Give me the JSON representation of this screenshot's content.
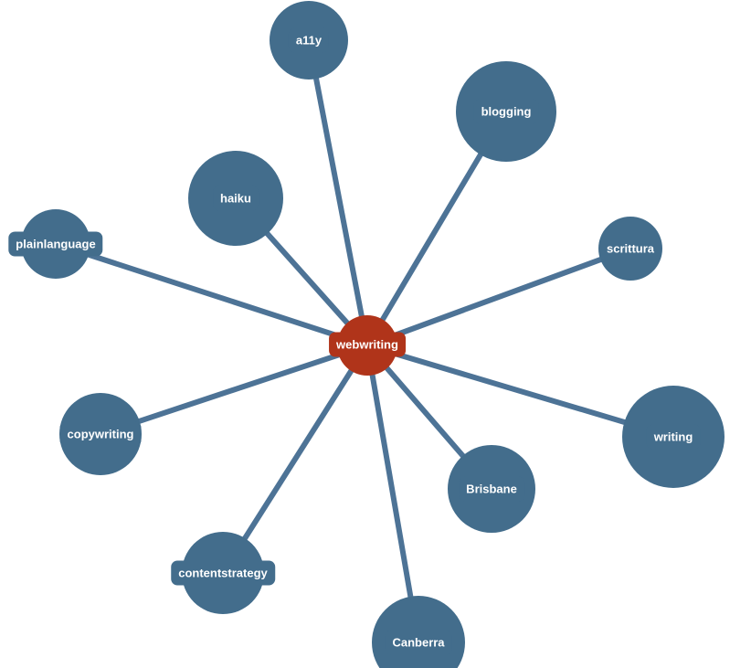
{
  "graph": {
    "type": "radial-tag-network",
    "center": {
      "label": "webwriting"
    },
    "nodes": [
      {
        "label": "a11y"
      },
      {
        "label": "blogging"
      },
      {
        "label": "haiku"
      },
      {
        "label": "plainlanguage"
      },
      {
        "label": "scrittura"
      },
      {
        "label": "copywriting"
      },
      {
        "label": "writing"
      },
      {
        "label": "Brisbane"
      },
      {
        "label": "contentstrategy"
      },
      {
        "label": "Canberra"
      }
    ],
    "edges": [
      {
        "from": "webwriting",
        "to": "a11y"
      },
      {
        "from": "webwriting",
        "to": "blogging"
      },
      {
        "from": "webwriting",
        "to": "haiku"
      },
      {
        "from": "webwriting",
        "to": "plainlanguage"
      },
      {
        "from": "webwriting",
        "to": "scrittura"
      },
      {
        "from": "webwriting",
        "to": "copywriting"
      },
      {
        "from": "webwriting",
        "to": "writing"
      },
      {
        "from": "webwriting",
        "to": "Brisbane"
      },
      {
        "from": "webwriting",
        "to": "contentstrategy"
      },
      {
        "from": "webwriting",
        "to": "Canberra"
      }
    ],
    "colors": {
      "node": "#436D8C",
      "link": "#4D7396",
      "center": "#B0341A",
      "label_text": "#FFFFFF",
      "background": "#FFFFFF"
    }
  }
}
